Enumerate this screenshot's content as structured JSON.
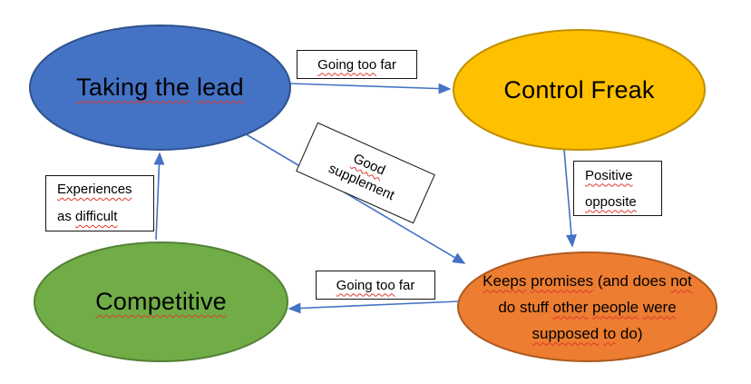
{
  "colors": {
    "arrow": "#4472C4",
    "squiggle": "#E0372B",
    "label_border": "#141414",
    "label_bg": "#FFFFFF",
    "text": "#000000",
    "nodes": {
      "taking_the_lead": {
        "fill": "#4472C4",
        "stroke": "#2F528F"
      },
      "control_freak": {
        "fill": "#FFC000",
        "stroke": "#BF9000"
      },
      "competitive": {
        "fill": "#70AD47",
        "stroke": "#548235"
      },
      "keeps_promises": {
        "fill": "#ED7D31",
        "stroke": "#AE5A21"
      }
    }
  },
  "nodes": {
    "taking_the_lead": {
      "text": "Taking the lead",
      "words": [
        {
          "t": "Taking the",
          "wavy": true
        },
        {
          "t": "lead",
          "wavy": true
        }
      ]
    },
    "control_freak": {
      "text": "Control Freak",
      "words": [
        {
          "t": "Control Freak"
        }
      ]
    },
    "competitive": {
      "text": "Competitive",
      "words": [
        {
          "t": "Competitive",
          "wavy": true
        }
      ]
    },
    "keeps_promises": {
      "text": "Keeps promises (and does not do stuff other people were supposed to do)",
      "lines": [
        [
          {
            "t": "Keeps",
            "wavy": true
          },
          {
            "t": "promises",
            "wavy": true
          },
          {
            "t": "(and"
          },
          {
            "t": "does"
          },
          {
            "t": "not",
            "wavy": true
          }
        ],
        [
          {
            "t": "do"
          },
          {
            "t": "stuff"
          },
          {
            "t": "other",
            "wavy": true
          },
          {
            "t": "people",
            "wavy": true
          },
          {
            "t": "were",
            "wavy": true
          }
        ],
        [
          {
            "t": "supposed",
            "wavy": true
          },
          {
            "t": "to",
            "wavy": true
          },
          {
            "t": "do)"
          }
        ]
      ]
    }
  },
  "edges": {
    "lead_to_control": {
      "text": "Going too far",
      "words": [
        {
          "t": "Going too",
          "wavy": true
        },
        {
          "t": "far"
        }
      ]
    },
    "control_to_keeps": {
      "text": "Positive opposite",
      "lines": [
        [
          {
            "t": "Positive",
            "wavy": true
          }
        ],
        [
          {
            "t": "opposite",
            "wavy": true
          }
        ]
      ]
    },
    "lead_to_keeps": {
      "text": "Good supplement",
      "lines": [
        [
          {
            "t": "Good",
            "wavy": true
          }
        ],
        [
          {
            "t": "supplement"
          }
        ]
      ]
    },
    "keeps_to_competitive": {
      "text": "Going too far",
      "words": [
        {
          "t": "Going too",
          "wavy": true
        },
        {
          "t": "far"
        }
      ]
    },
    "competitive_to_lead": {
      "text": "Experiences as difficult",
      "lines": [
        [
          {
            "t": "Experiences",
            "wavy": true
          }
        ],
        [
          {
            "t": "as"
          },
          {
            "t": "difficult",
            "wavy": true
          }
        ]
      ]
    }
  }
}
